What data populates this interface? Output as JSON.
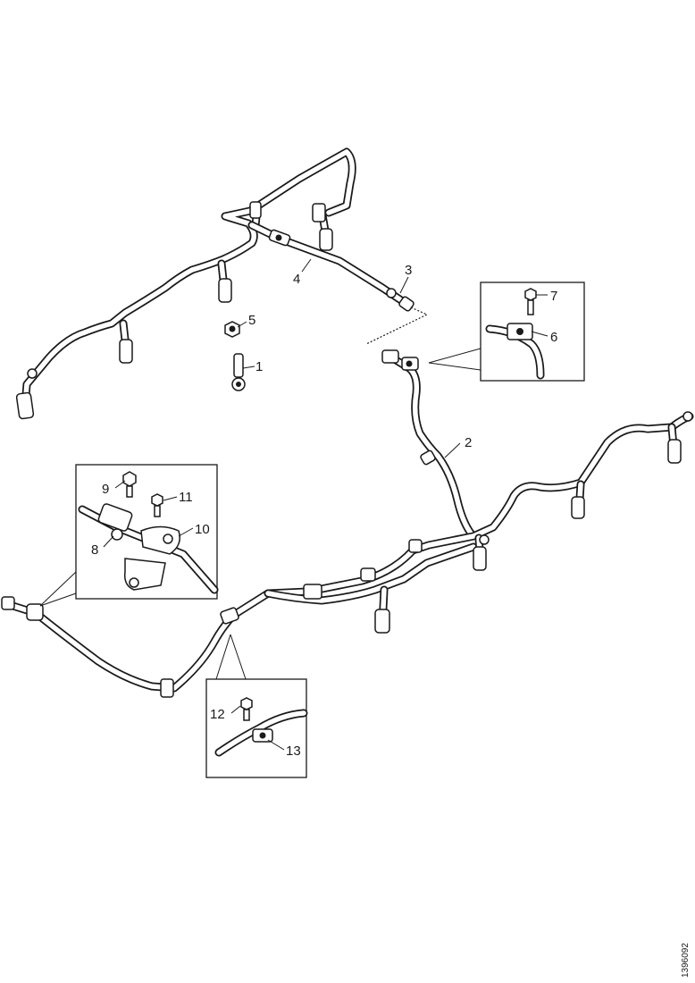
{
  "figure": {
    "reference_code": "1396092"
  },
  "callouts": {
    "c1": "1",
    "c2": "2",
    "c3": "3",
    "c4": "4",
    "c5": "5",
    "c6": "6",
    "c7": "7",
    "c8": "8",
    "c9": "9",
    "c10": "10",
    "c11": "11",
    "c12": "12",
    "c13": "13"
  },
  "colors": {
    "line": "#1a1a1a",
    "background": "#ffffff"
  }
}
